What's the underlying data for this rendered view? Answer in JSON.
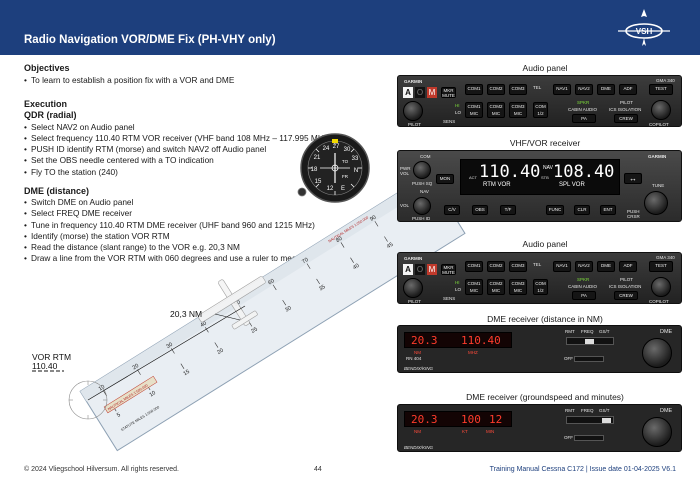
{
  "header": {
    "title": "Radio Navigation VOR/DME Fix (PH-VHY only)",
    "logo_text": "VSH"
  },
  "objectives": {
    "heading": "Objectives",
    "items": [
      "To learn to establish a position fix with a VOR and DME"
    ]
  },
  "execution": {
    "heading": "Execution",
    "qdr": {
      "heading": "QDR (radial)",
      "items": [
        "Select NAV2 on Audio panel",
        "Select frequency 110.40 RTM VOR receiver (VHF band 108 MHz – 117.995 MHz)",
        "PUSH ID identify RTM (morse) and switch NAV2 off Audio panel",
        "Set the OBS needle centered with a TO indication",
        "Fly TO the station (240)"
      ]
    },
    "dme": {
      "heading": "DME (distance)",
      "items": [
        "Switch DME on Audio panel",
        "Select FREQ DME receiver",
        "Tune in frequency 110.40 RTM DME receiver (UHF band 960 and 1215 MHz)",
        "Identify (morse) the station VOR RTM",
        "Read the distance (slant range) to the VOR e.g. 20,3 NM",
        "Draw a line from the VOR RTM with 060 degrees and use a ruler to measure 20,3 NM"
      ]
    }
  },
  "figure": {
    "distance_label": "20,3 NM",
    "vor_label": "VOR RTM",
    "vor_freq": "110.40",
    "obs_numbers": [
      "24",
      "27",
      "30",
      "33",
      "N",
      "21",
      "18",
      "15",
      "12",
      "E",
      "TO",
      "FR"
    ],
    "ruler_texts": [
      "NAUTICAL MILES 1:500.000",
      "STATUTE MILES 1:500.000",
      "NAUTICAL MILES 1:250.000"
    ],
    "ruler_ticks_top": [
      "10",
      "20",
      "30",
      "40",
      "50",
      "60",
      "70",
      "80",
      "90",
      "100"
    ],
    "ruler_ticks_mid": [
      "5",
      "10",
      "15",
      "20",
      "25",
      "30",
      "35",
      "40",
      "45"
    ]
  },
  "audio_label": "Audio panel",
  "audio_label_2": "Audio panel",
  "audio_panel": {
    "brand": "GARMIN",
    "model": "GMA 340",
    "mic_buttons": [
      "COM1",
      "COM2",
      "COM3"
    ],
    "mic_sub": [
      "COM1 MIC",
      "COM2 MIC",
      "COM3 MIC"
    ],
    "nav_buttons": [
      "NAV1",
      "NAV2",
      "DME",
      "ADF"
    ],
    "test": "TEST",
    "spkr": "SPKR",
    "cabin_audio": "CABIN AUDIO",
    "pa": "PA",
    "com12": "COM 1/2",
    "tel": "TEL",
    "mkr": "MKR MUTE",
    "hi": "HI",
    "lo": "LO",
    "sens": "SENS",
    "pilot": "PILOT",
    "ics_isolation": "ICS ISOLATION",
    "crew": "CREW",
    "copilot": "COPILOT",
    "pilot_bottom": "PILOT",
    "mon": "MON",
    "a": "A",
    "o": "O",
    "m": "M"
  },
  "vhf_label": "VHF/VOR receiver",
  "vhf_panel": {
    "brand": "GARMIN",
    "act_prefix": "ACT",
    "act_freq": "110.40",
    "act_ident": "RTM VOR",
    "nav_label": "NAV",
    "stby_prefix": "STB",
    "stby_freq": "108.40",
    "stby_ident": "SPL VOR",
    "com": "COM",
    "nav": "NAV",
    "pwr_vol": "PWR VOL",
    "push_sq": "PUSH SQ",
    "vol": "VOL",
    "push_id": "PUSH ID",
    "push_crsr": "PUSH CRSR",
    "tune": "TUNE",
    "keys": [
      "C/V",
      "OBS",
      "T/F",
      "FUNC",
      "CLR",
      "ENT"
    ],
    "swap": "↔"
  },
  "dme1_label": "DME receiver (distance in NM)",
  "dme1": {
    "dist": "20.3",
    "dist_unit": "NM",
    "freq": "110.40",
    "freq_unit": "MHZ",
    "modes": [
      "RMT",
      "FREQ",
      "GS/T"
    ],
    "title": "DME",
    "off": "OFF",
    "brand": "BENDIX/KING",
    "ident": "RN 404"
  },
  "dme2_label": "DME receiver (groundspeed and minutes)",
  "dme2": {
    "dist": "20.3",
    "dist_unit": "NM",
    "gs": "100",
    "gs_unit": "KT",
    "min": "12",
    "min_unit": "MIN",
    "modes": [
      "RMT",
      "FREQ",
      "GS/T"
    ],
    "title": "DME",
    "off": "OFF",
    "brand": "BENDIX/KING"
  },
  "footer": {
    "copyright": "© 2024 Vliegschool Hilversum. All rights reserved.",
    "page": "44",
    "manual": "Training Manual Cessna C172  |  Issue date 01-04-2025 V6.1"
  },
  "colors": {
    "header_bg": "#1d3f7d",
    "dme_red": "#ff3c2c",
    "led_green": "#7ddc3a"
  }
}
